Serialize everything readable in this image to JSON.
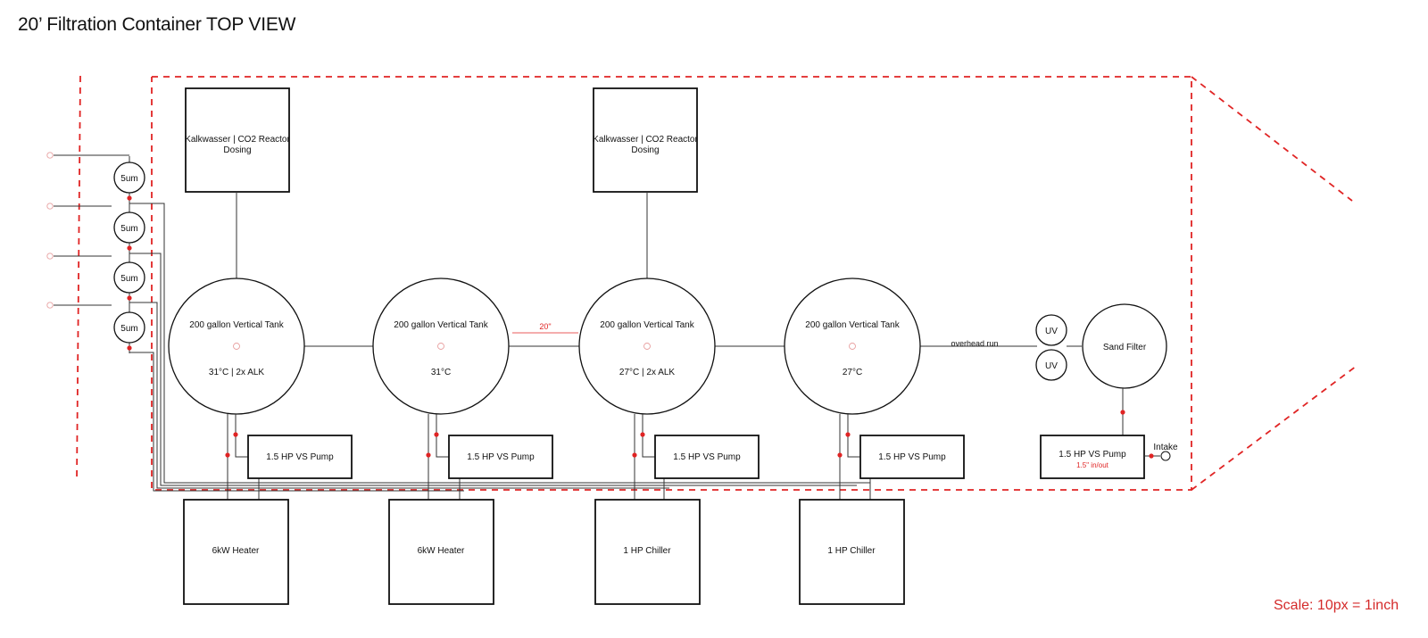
{
  "title": "20’ Filtration Container TOP VIEW",
  "scale_label": "Scale: 10px = 1inch",
  "colors": {
    "boundary": "#e02424",
    "line": "#111111",
    "accent_text": "#d42a2a"
  },
  "dosing_units": [
    {
      "line1": "Kalkwasser | CO2 Reactor",
      "line2": "Dosing"
    },
    {
      "line1": "Kalkwasser | CO2 Reactor",
      "line2": "Dosing"
    }
  ],
  "prefilters": [
    "5um",
    "5um",
    "5um",
    "5um"
  ],
  "tanks": [
    {
      "label": "200 gallon Vertical Tank",
      "info": "31°C  |  2x ALK"
    },
    {
      "label": "200 gallon Vertical Tank",
      "info": "31°C"
    },
    {
      "label": "200 gallon Vertical Tank",
      "info": "27°C  |  2x ALK"
    },
    {
      "label": "200 gallon Vertical Tank",
      "info": "27°C"
    }
  ],
  "tank_spacing_label": "20\"",
  "overhead_run_label": "overhead run",
  "uv_units": [
    "UV",
    "UV"
  ],
  "sand_filter_label": "Sand Filter",
  "pumps": [
    "1.5 HP VS Pump",
    "1.5 HP VS Pump",
    "1.5 HP VS Pump",
    "1.5 HP VS Pump"
  ],
  "intake_pump": {
    "label": "1.5 HP VS Pump",
    "sub": "1.5\" in/out"
  },
  "intake_label": "Intake",
  "equipment": [
    "6kW Heater",
    "6kW Heater",
    "1 HP Chiller",
    "1 HP Chiller"
  ]
}
